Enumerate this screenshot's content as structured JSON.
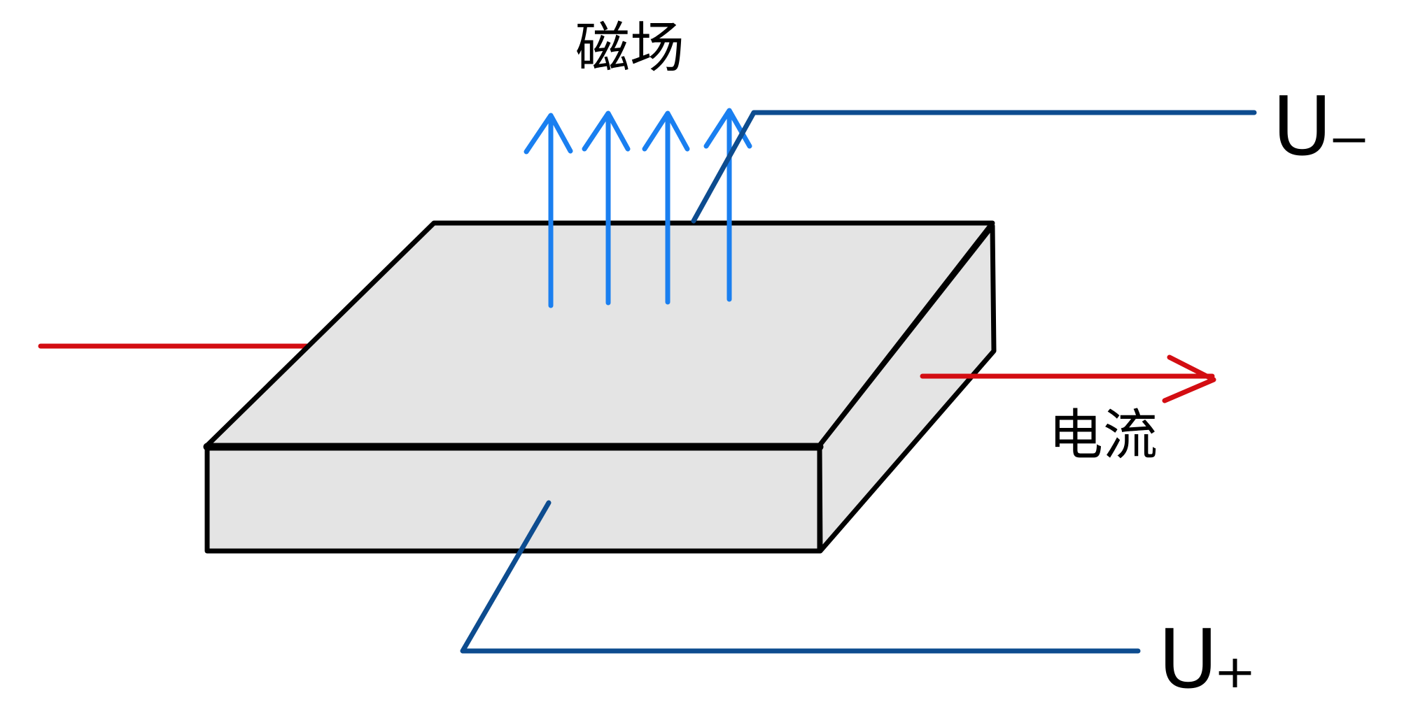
{
  "labels": {
    "magnetic_field": "磁场",
    "current": "电流",
    "voltage_negative": "U₋",
    "voltage_positive": "U₊"
  },
  "colors": {
    "block_fill": "#e4e4e4",
    "block_outline": "#000000",
    "magnetic_arrow": "#1a7ff0",
    "current_arrow": "#d30d12",
    "voltage_lead": "#0d4c8f"
  }
}
